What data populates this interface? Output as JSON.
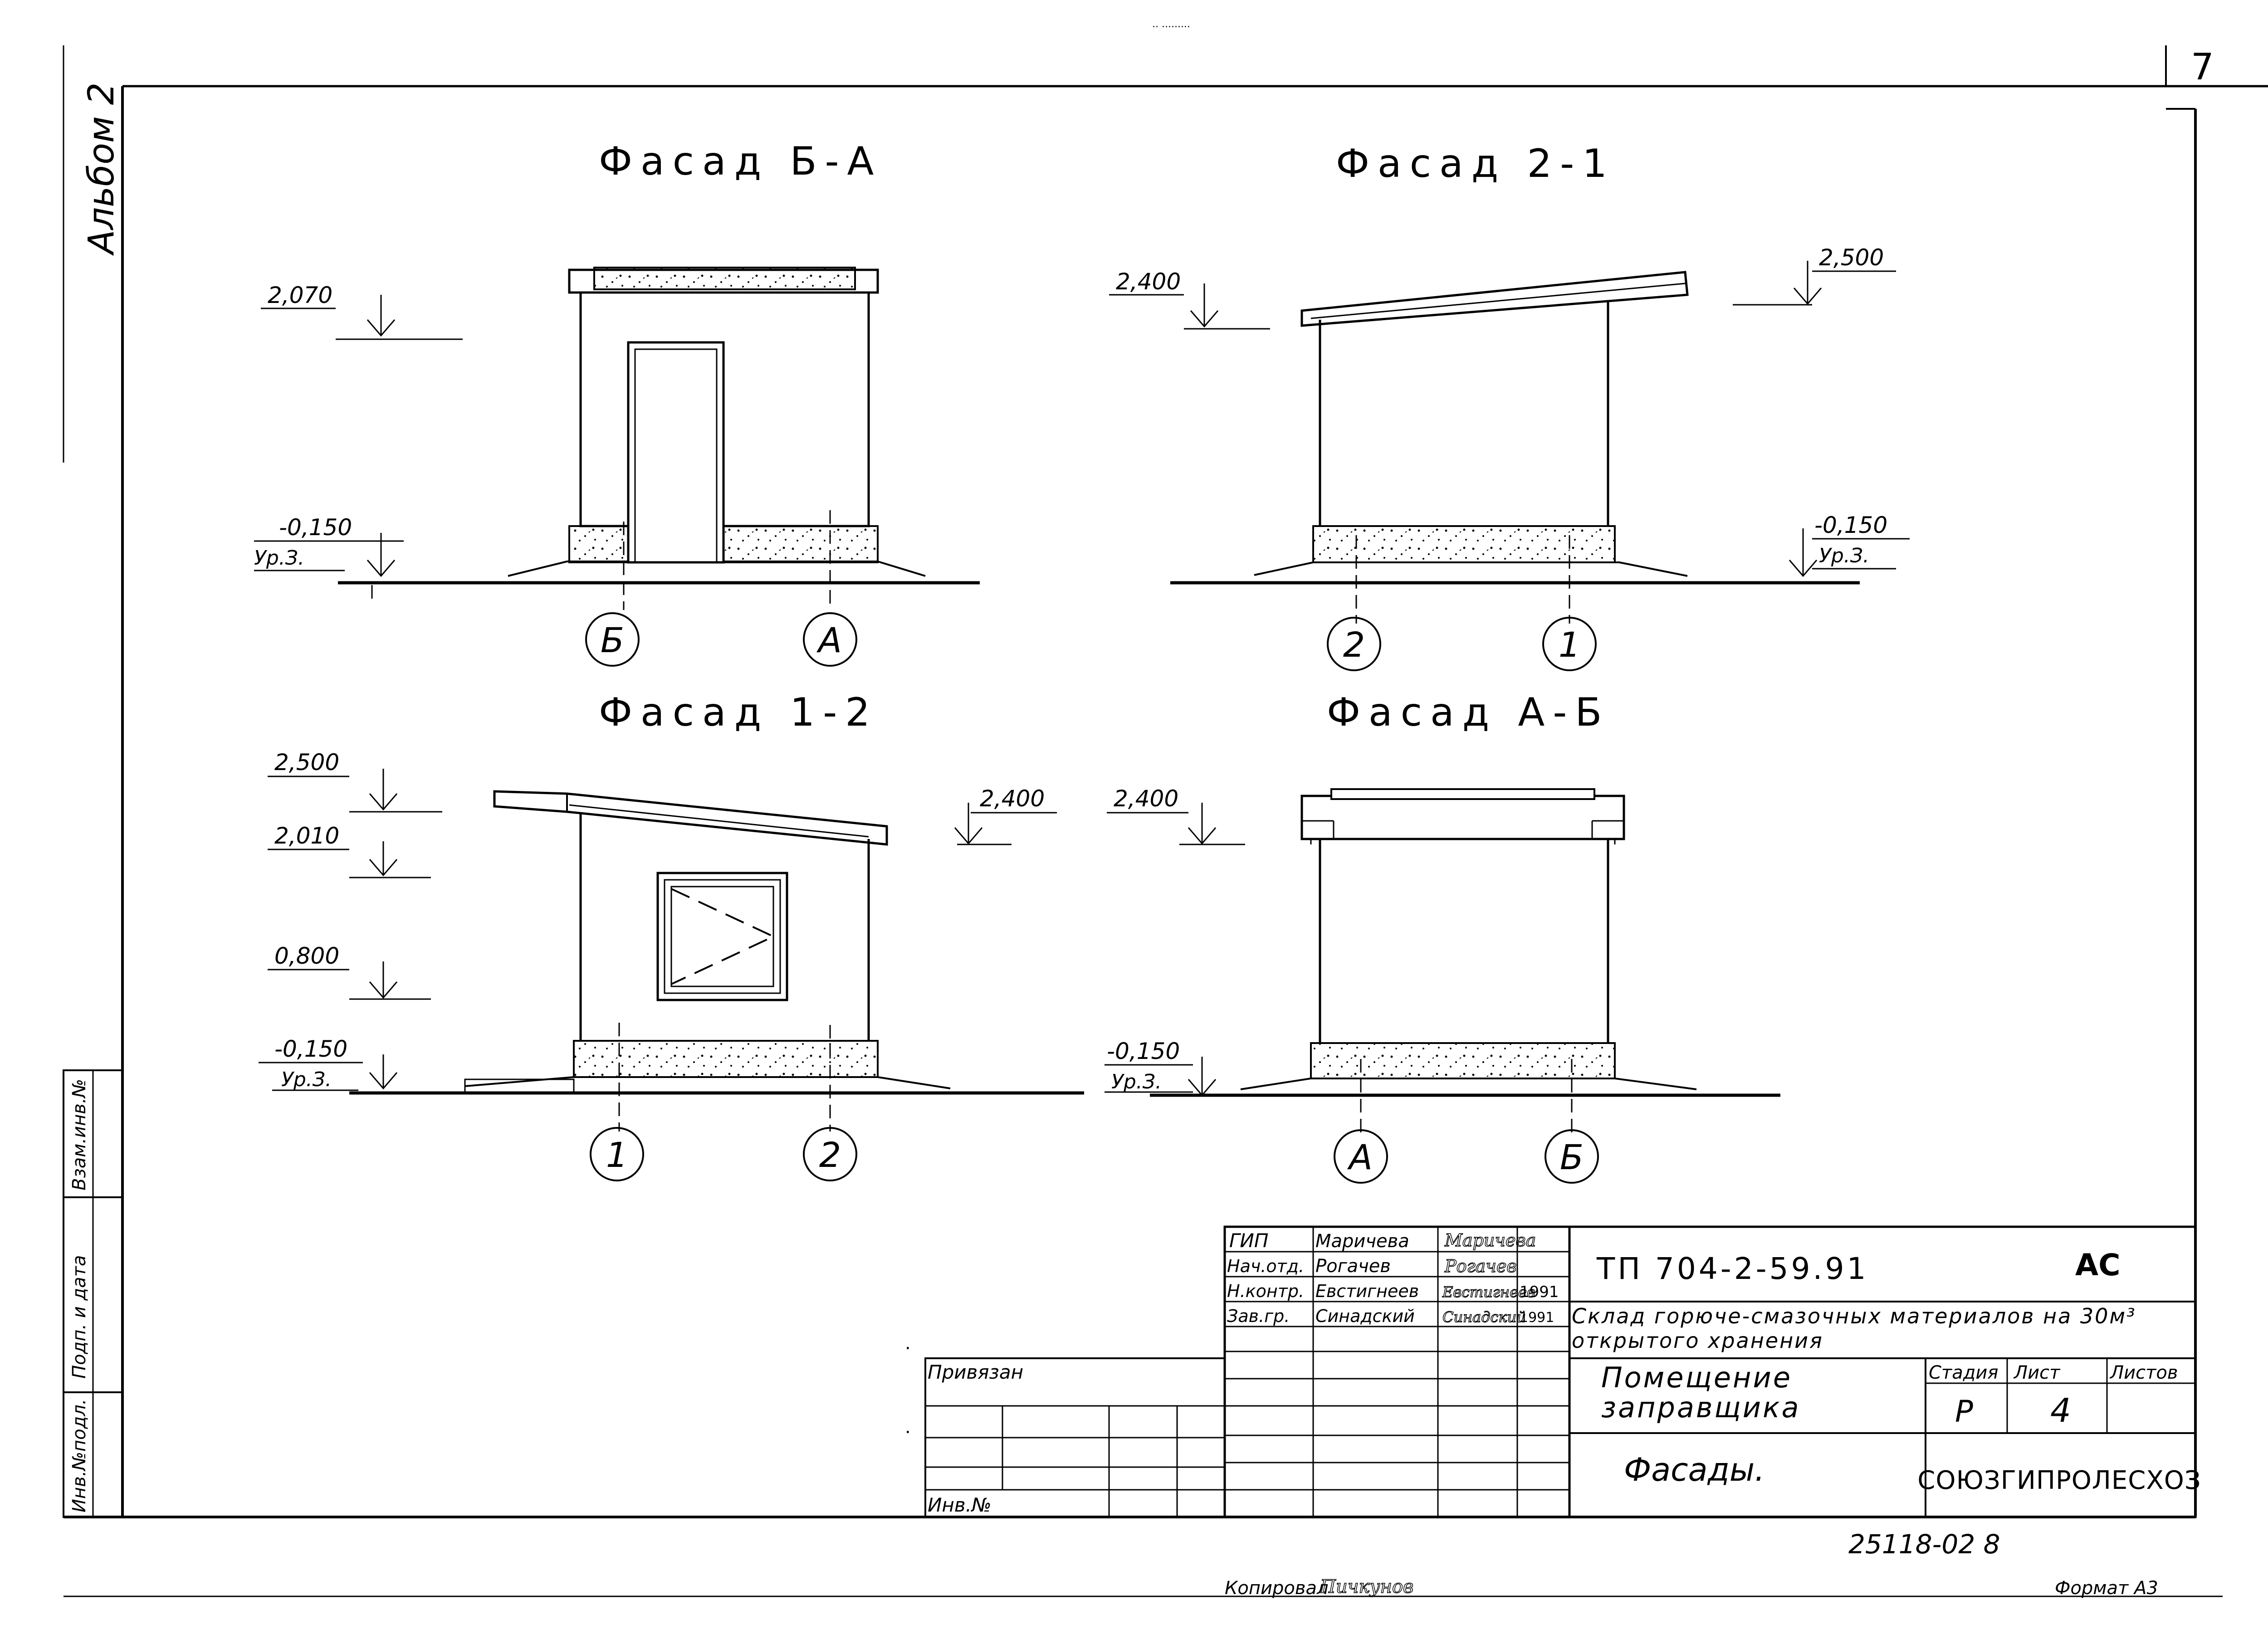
{
  "sheet": {
    "page_number": "7",
    "side_caption": "Альбом 2",
    "bottom_number": "25118-02  8",
    "copied_label": "Копировал",
    "copied_sign": "Пичкунов",
    "format_label": "Формат А3"
  },
  "facades": [
    {
      "title": "Фасад Б-А",
      "levels": [
        "2,070",
        "-0,150"
      ],
      "ground_label": "Ур.З.",
      "axes": [
        "Б",
        "А"
      ]
    },
    {
      "title": "Фасад 2-1",
      "levels": [
        "2,400",
        "2,500",
        "-0,150"
      ],
      "ground_label": "Ур.З.",
      "axes": [
        "2",
        "1"
      ]
    },
    {
      "title": "Фасад 1-2",
      "levels": [
        "2,500",
        "2,010",
        "0,800",
        "-0,150",
        "2,400"
      ],
      "ground_label": "Ур.З.",
      "axes": [
        "1",
        "2"
      ]
    },
    {
      "title": "Фасад А-Б",
      "levels": [
        "2,400",
        "-0,150"
      ],
      "ground_label": "Ур.З.",
      "axes": [
        "А",
        "Б"
      ]
    }
  ],
  "left_stamp": [
    "Взам.инв.№",
    "Подп. и дата",
    "Инв.№подл."
  ],
  "privyazan": {
    "label": "Привязан",
    "inv_label": "Инв.№"
  },
  "title_block": {
    "roles": [
      "ГИП",
      "Нач.отд.",
      "Н.контр.",
      "Зав.гр."
    ],
    "names": [
      "Маричева",
      "Рогачев",
      "Евстигнеев",
      "Синадский"
    ],
    "signatures": [
      "Маричева",
      "Рогачев",
      "Евстигнеев",
      "Синадский"
    ],
    "dates": [
      "",
      "",
      "1991",
      "1991"
    ],
    "doc_code": "ТП 704-2-59.91",
    "mark": "АС",
    "project": "Склад горюче-смазочных материалов на 30м³ открытого хранения",
    "building": "Помещение заправщика",
    "sheet_title": "Фасады.",
    "stage_header": "Стадия",
    "sheet_header": "Лист",
    "sheets_header": "Листов",
    "stage": "Р",
    "sheet_no": "4",
    "sheets_total": "",
    "org": "СОЮЗГИПРОЛЕСХОЗ"
  }
}
